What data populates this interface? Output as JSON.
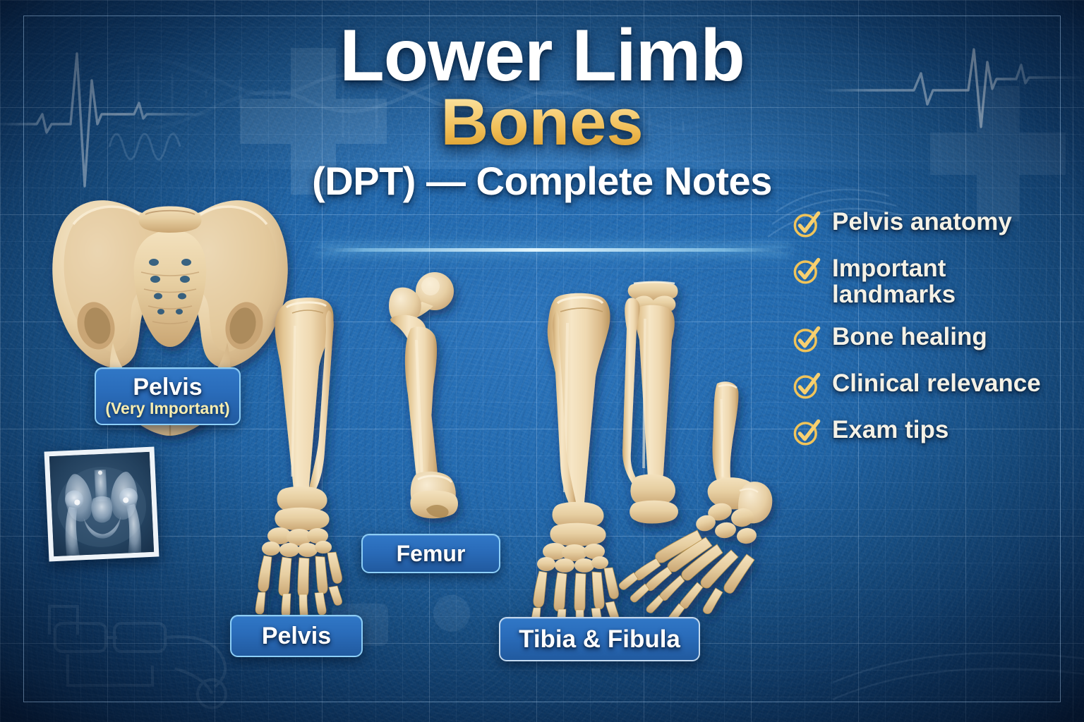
{
  "title": {
    "line1": "Lower Limb",
    "line2": "Bones",
    "line3": "(DPT) — Complete Notes"
  },
  "colors": {
    "background_blue": "#2068ae",
    "deep_blue": "#0e3f72",
    "gold_accent": "#f0bd55",
    "white_text": "#ffffff",
    "pale_yellow": "#f7edb0",
    "chip_blue": "#2a6cba",
    "bone_cream": "#eed6ab",
    "divider_glow": "#e4f8ff"
  },
  "labels": {
    "pelvis_top": {
      "main": "Pelvis",
      "sub": "(Very Important)"
    },
    "femur": {
      "main": "Femur"
    },
    "pelvis_bottom": {
      "main": "Pelvis"
    },
    "tibia_fibula": {
      "main": "Tibia & Fibula"
    }
  },
  "checklist": {
    "items": [
      {
        "label": "Pelvis anatomy",
        "icon": "check-circle-icon"
      },
      {
        "label": "Important landmarks",
        "icon": "check-circle-icon"
      },
      {
        "label": "Bone healing",
        "icon": "check-circle-icon"
      },
      {
        "label": "Clinical relevance",
        "icon": "check-circle-icon"
      },
      {
        "label": "Exam tips",
        "icon": "check-circle-icon"
      }
    ]
  },
  "illustrations": {
    "pelvis_anatomy": "pelvis-bone-illustration",
    "pelvis_xray": "pelvis-xray-photo",
    "tibia_fibula_foot_left": "tibia-fibula-foot-illustration",
    "femur": "femur-bone-illustration",
    "tibia_fibula_foot_right": "tibia-fibula-foot-illustration",
    "tibia_fibula_pair": "tibia-fibula-illustration",
    "foot_lateral": "foot-skeleton-lateral-illustration"
  },
  "background": {
    "motifs": [
      "ecg-heartbeat-line",
      "dna-helix",
      "medical-cross",
      "blueprint-grid",
      "stethoscope-outline"
    ]
  }
}
